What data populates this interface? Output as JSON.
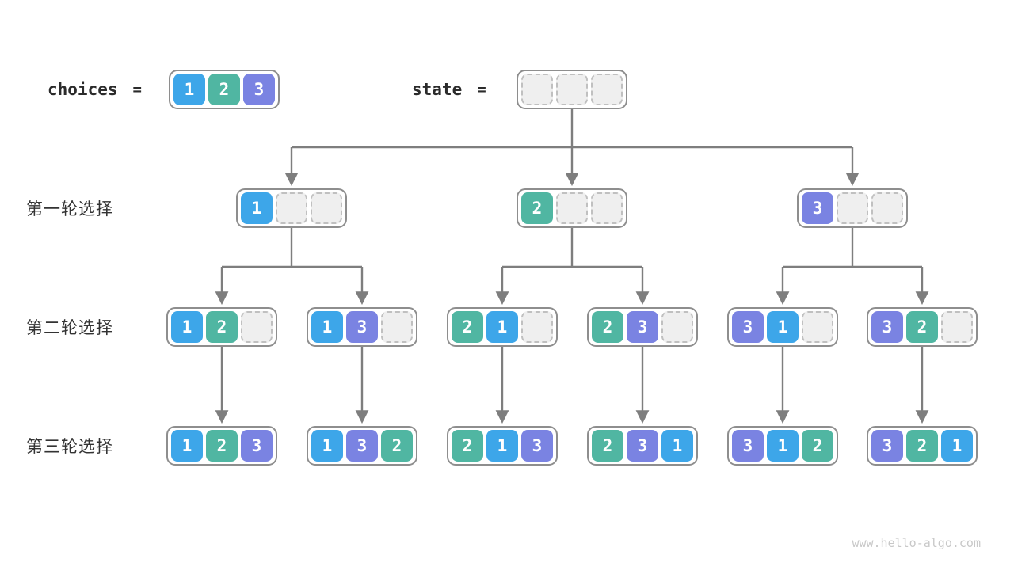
{
  "palette": {
    "v1": "#3DA6E9",
    "v2": "#50B6A2",
    "v3": "#7A83E2",
    "empty_fill": "#EFEFEF",
    "empty_border": "#C0C0C0",
    "box_border": "#8E8E8E",
    "arrow": "#7E7E7E",
    "label_text": "#333333",
    "header_text": "#2B2B2B",
    "footer_text": "#C8C8C8"
  },
  "header": {
    "choices_label": "choices",
    "choices_equals": "=",
    "choices_cells": [
      1,
      2,
      3
    ],
    "state_label": "state",
    "state_equals": "=",
    "state_cells": [
      null,
      null,
      null
    ]
  },
  "rows": [
    {
      "label": "第一轮选择",
      "boxes": [
        [
          1,
          null,
          null
        ],
        [
          2,
          null,
          null
        ],
        [
          3,
          null,
          null
        ]
      ]
    },
    {
      "label": "第二轮选择",
      "boxes": [
        [
          1,
          2,
          null
        ],
        [
          1,
          3,
          null
        ],
        [
          2,
          1,
          null
        ],
        [
          2,
          3,
          null
        ],
        [
          3,
          1,
          null
        ],
        [
          3,
          2,
          null
        ]
      ]
    },
    {
      "label": "第三轮选择",
      "boxes": [
        [
          1,
          2,
          3
        ],
        [
          1,
          3,
          2
        ],
        [
          2,
          1,
          3
        ],
        [
          2,
          3,
          1
        ],
        [
          3,
          1,
          2
        ],
        [
          3,
          2,
          1
        ]
      ]
    }
  ],
  "footer": {
    "site": "www.hello-algo.com"
  }
}
